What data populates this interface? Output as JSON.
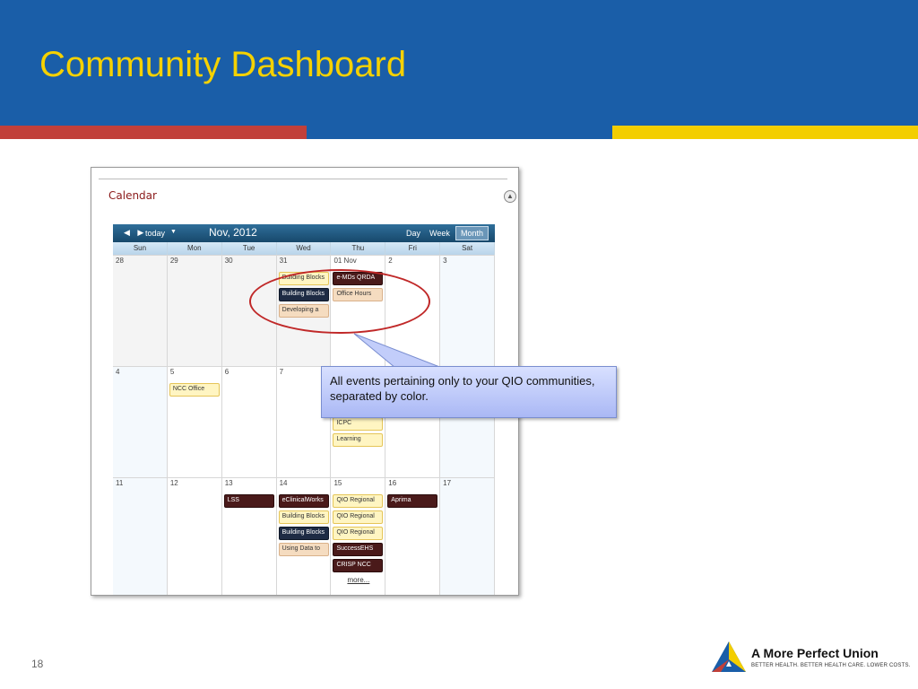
{
  "slide": {
    "title": "Community Dashboard",
    "page_number": "18",
    "colors": {
      "header": "#1a5ea8",
      "title": "#f5d100",
      "stripe_red": "#c1403a",
      "stripe_blue": "#1a5ea8",
      "stripe_yellow": "#f3ce00"
    }
  },
  "calendar": {
    "heading": "Calendar",
    "toolbar": {
      "nav": "◀ ▶",
      "today": "today",
      "caret": "▼",
      "month_label": "Nov, 2012",
      "views": [
        "Day",
        "Week",
        "Month"
      ],
      "active_view": "Month"
    },
    "days": [
      "Sun",
      "Mon",
      "Tue",
      "Wed",
      "Thu",
      "Fri",
      "Sat"
    ],
    "weeks": [
      {
        "days": [
          {
            "num": "28",
            "events": []
          },
          {
            "num": "29",
            "events": []
          },
          {
            "num": "30",
            "events": []
          },
          {
            "num": "31",
            "events": [
              {
                "label": "Building Blocks",
                "color": "yellow"
              },
              {
                "label": "Building Blocks",
                "color": "navy"
              },
              {
                "label": "Developing a",
                "color": "peach"
              }
            ]
          },
          {
            "num": "01 Nov",
            "events": [
              {
                "label": "e-MDs QRDA",
                "color": "maroon"
              },
              {
                "label": "Office Hours",
                "color": "peach"
              }
            ]
          },
          {
            "num": "2",
            "events": []
          },
          {
            "num": "3",
            "events": []
          }
        ]
      },
      {
        "days": [
          {
            "num": "4",
            "events": []
          },
          {
            "num": "5",
            "events": [
              {
                "label": "NCC Office",
                "color": "yellow"
              }
            ]
          },
          {
            "num": "6",
            "events": []
          },
          {
            "num": "7",
            "events": []
          },
          {
            "num": "",
            "events": [
              {
                "label": "ICPC",
                "color": "yellow"
              },
              {
                "label": "Learning",
                "color": "yellow"
              }
            ]
          },
          {
            "num": "",
            "events": []
          },
          {
            "num": "",
            "events": []
          }
        ]
      },
      {
        "days": [
          {
            "num": "11",
            "events": []
          },
          {
            "num": "12",
            "events": []
          },
          {
            "num": "13",
            "events": [
              {
                "label": "LSS",
                "color": "maroon"
              }
            ]
          },
          {
            "num": "14",
            "events": [
              {
                "label": "eClinicalWorks",
                "color": "maroon"
              },
              {
                "label": "Building Blocks",
                "color": "yellow"
              },
              {
                "label": "Building Blocks",
                "color": "navy"
              },
              {
                "label": "Using Data to",
                "color": "peach"
              }
            ]
          },
          {
            "num": "15",
            "events": [
              {
                "label": "QIO Regional",
                "color": "yellow"
              },
              {
                "label": "QIO Regional",
                "color": "yellow"
              },
              {
                "label": "QIO Regional",
                "color": "yellow"
              },
              {
                "label": "SuccessEHS",
                "color": "maroon"
              },
              {
                "label": "CRISP NCC",
                "color": "maroon"
              }
            ],
            "more": "more..."
          },
          {
            "num": "16",
            "events": [
              {
                "label": "Aprima",
                "color": "maroon"
              }
            ]
          },
          {
            "num": "17",
            "events": []
          }
        ]
      }
    ]
  },
  "callout": {
    "text": "All events pertaining only to your QIO communities, separated by color."
  },
  "logo": {
    "name": "A More Perfect Union",
    "tagline": "BETTER HEALTH. BETTER HEALTH CARE. LOWER COSTS."
  }
}
